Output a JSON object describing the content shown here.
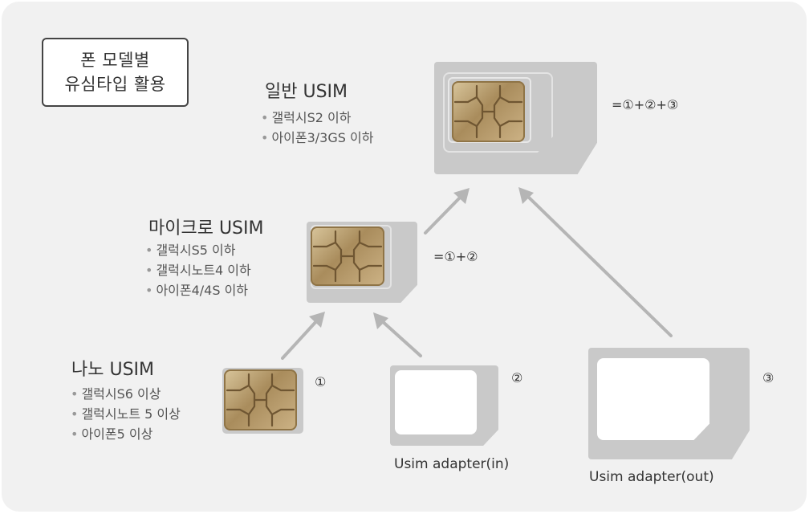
{
  "title": {
    "line1": "폰 모델별",
    "line2": "유심타입 활용"
  },
  "standard": {
    "heading": "일반 USIM",
    "items": [
      "갤럭시S2 이하",
      "아이폰3/3GS 이하"
    ],
    "formula": "=①+②+③"
  },
  "micro": {
    "heading": "마이크로 USIM",
    "items": [
      "갤럭시S5 이하",
      "갤럭시노트4 이하",
      "아이폰4/4S 이하"
    ],
    "formula": "=①+②"
  },
  "nano": {
    "heading": "나노 USIM",
    "items": [
      "갤럭시S6 이상",
      "갤럭시노트 5 이상",
      "아이폰5 이상"
    ],
    "marker": "①"
  },
  "adapter_in": {
    "marker": "②",
    "caption": "Usim adapter(in)"
  },
  "adapter_out": {
    "marker": "③",
    "caption": "Usim adapter(out)"
  },
  "colors": {
    "card": "#c9c9c9",
    "chip": "#b89a68",
    "arrow": "#b5b5b5",
    "panel": "#f1f1f1"
  }
}
